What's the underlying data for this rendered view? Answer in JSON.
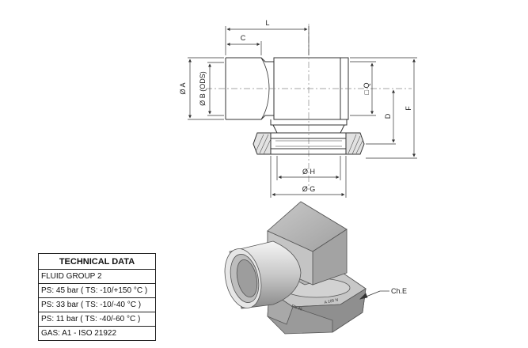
{
  "dimensions": {
    "L": "L",
    "C": "C",
    "A": "Ø A",
    "B": "Ø B (ODS)",
    "Q": "□ Q",
    "D": "D",
    "F": "F",
    "H": "Ø H",
    "G": "Ø G"
  },
  "render_labels": {
    "chamfer": "Ch.E",
    "nut_mark_1": "A 105 N",
    "nut_mark_2": "PN 45"
  },
  "tech_table": {
    "title": "TECHNICAL DATA",
    "rows": [
      "FLUID GROUP 2",
      "PS: 45 bar ( TS: -10/+150 °C )",
      "PS: 33 bar ( TS: -10/-40 °C )",
      "PS: 11 bar ( TS: -40/-60 °C )",
      "GAS: A1 - ISO 21922"
    ]
  },
  "colors": {
    "line": "#333333",
    "centerline": "#888888",
    "metal_light": "#d8d8d8",
    "metal_mid": "#b0b0b0",
    "metal_dark": "#7a7a7a"
  }
}
